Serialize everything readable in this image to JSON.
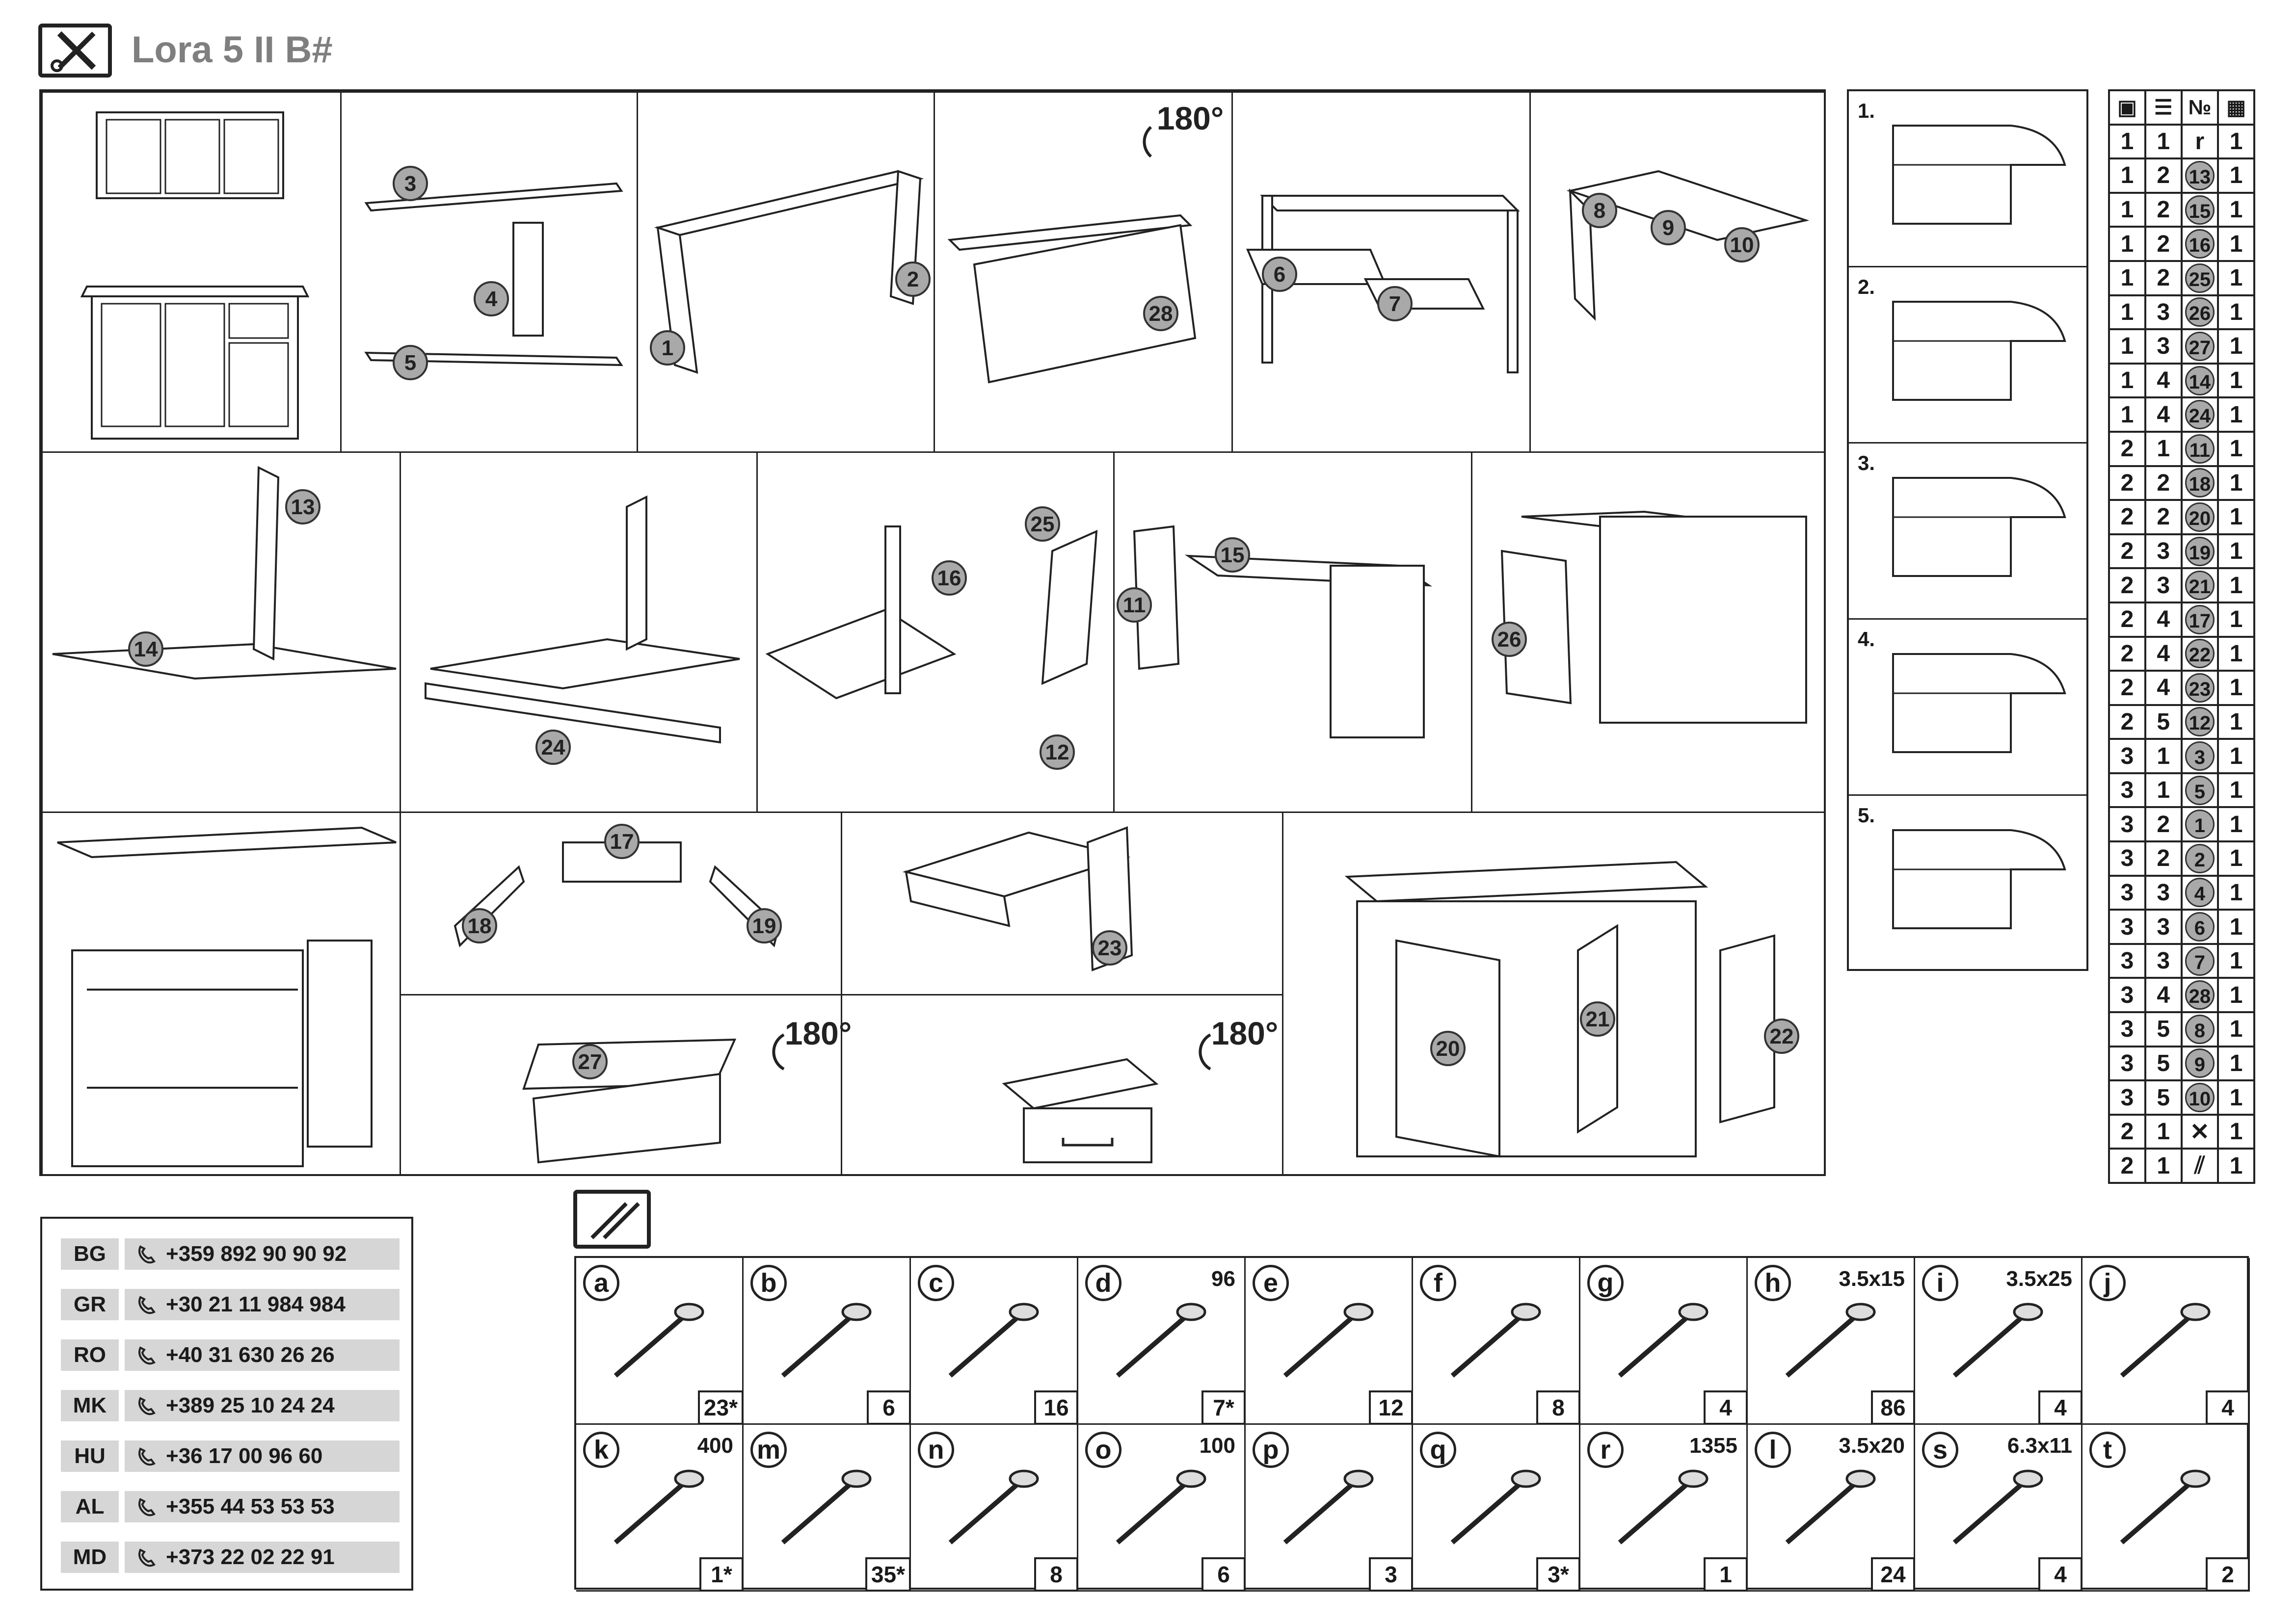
{
  "header": {
    "title": "Lora 5 II B#",
    "icon": "tools-icon"
  },
  "steps": [
    {
      "id": "s1",
      "note": ""
    },
    {
      "id": "s2",
      "parts": [
        "3",
        "4",
        "5"
      ]
    },
    {
      "id": "s3",
      "parts": [
        "1",
        "2"
      ]
    },
    {
      "id": "s4",
      "parts": [
        "28"
      ],
      "rotate": "180°"
    },
    {
      "id": "s5",
      "parts": [
        "6",
        "7"
      ]
    },
    {
      "id": "s6",
      "parts": [
        "8",
        "9",
        "10"
      ]
    },
    {
      "id": "s7",
      "parts": [
        "13",
        "14"
      ]
    },
    {
      "id": "s8",
      "parts": [
        "24"
      ]
    },
    {
      "id": "s9",
      "parts": [
        "25",
        "16",
        "12"
      ]
    },
    {
      "id": "s10",
      "parts": [
        "15",
        "11"
      ]
    },
    {
      "id": "s11",
      "parts": [
        "26"
      ]
    },
    {
      "id": "s12",
      "parts": []
    },
    {
      "id": "s13",
      "parts": [
        "17",
        "18",
        "19"
      ]
    },
    {
      "id": "s14",
      "parts": [
        "23"
      ]
    },
    {
      "id": "s15",
      "parts": [
        "20",
        "21",
        "22"
      ]
    },
    {
      "id": "s16",
      "parts": [
        "27"
      ],
      "rotate": "180°"
    },
    {
      "id": "s17",
      "parts": [],
      "rotate": "180°"
    }
  ],
  "hinge_steps": [
    "1.",
    "2.",
    "3.",
    "4.",
    "5."
  ],
  "parts_table": {
    "header_icons": [
      "box-icon",
      "stack-icon",
      "number-icon",
      "count-icon"
    ],
    "header_no": "№",
    "rows": [
      [
        "1",
        "1",
        "r",
        "1"
      ],
      [
        "1",
        "2",
        "13",
        "1"
      ],
      [
        "1",
        "2",
        "15",
        "1"
      ],
      [
        "1",
        "2",
        "16",
        "1"
      ],
      [
        "1",
        "2",
        "25",
        "1"
      ],
      [
        "1",
        "3",
        "26",
        "1"
      ],
      [
        "1",
        "3",
        "27",
        "1"
      ],
      [
        "1",
        "4",
        "14",
        "1"
      ],
      [
        "1",
        "4",
        "24",
        "1"
      ],
      [
        "2",
        "1",
        "11",
        "1"
      ],
      [
        "2",
        "2",
        "18",
        "1"
      ],
      [
        "2",
        "2",
        "20",
        "1"
      ],
      [
        "2",
        "3",
        "19",
        "1"
      ],
      [
        "2",
        "3",
        "21",
        "1"
      ],
      [
        "2",
        "4",
        "17",
        "1"
      ],
      [
        "2",
        "4",
        "22",
        "1"
      ],
      [
        "2",
        "4",
        "23",
        "1"
      ],
      [
        "2",
        "5",
        "12",
        "1"
      ],
      [
        "3",
        "1",
        "3",
        "1"
      ],
      [
        "3",
        "1",
        "5",
        "1"
      ],
      [
        "3",
        "2",
        "1",
        "1"
      ],
      [
        "3",
        "2",
        "2",
        "1"
      ],
      [
        "3",
        "3",
        "4",
        "1"
      ],
      [
        "3",
        "3",
        "6",
        "1"
      ],
      [
        "3",
        "3",
        "7",
        "1"
      ],
      [
        "3",
        "4",
        "28",
        "1"
      ],
      [
        "3",
        "5",
        "8",
        "1"
      ],
      [
        "3",
        "5",
        "9",
        "1"
      ],
      [
        "3",
        "5",
        "10",
        "1"
      ],
      [
        "2",
        "1",
        "tools",
        "1"
      ],
      [
        "2",
        "1",
        "rails",
        "1"
      ]
    ]
  },
  "contacts": [
    {
      "code": "BG",
      "phone": "+359 892 90 90 92"
    },
    {
      "code": "GR",
      "phone": "+30 21 11 984 984"
    },
    {
      "code": "RO",
      "phone": "+40 31 630 26 26"
    },
    {
      "code": "MK",
      "phone": "+389 25 10 24 24"
    },
    {
      "code": "HU",
      "phone": "+36 17 00 96 60"
    },
    {
      "code": "AL",
      "phone": "+355 44 53 53 53"
    },
    {
      "code": "MD",
      "phone": "+373 22 02 22 91"
    }
  ],
  "hardware": [
    {
      "letter": "a",
      "size": "",
      "qty": "23*"
    },
    {
      "letter": "b",
      "size": "",
      "qty": "6"
    },
    {
      "letter": "c",
      "size": "",
      "qty": "16"
    },
    {
      "letter": "d",
      "size": "96",
      "qty": "7*"
    },
    {
      "letter": "e",
      "size": "",
      "qty": "12"
    },
    {
      "letter": "f",
      "size": "",
      "qty": "8"
    },
    {
      "letter": "g",
      "size": "",
      "qty": "4"
    },
    {
      "letter": "h",
      "size": "3.5x15",
      "qty": "86"
    },
    {
      "letter": "i",
      "size": "3.5x25",
      "qty": "4"
    },
    {
      "letter": "j",
      "size": "",
      "qty": "4"
    },
    {
      "letter": "k",
      "size": "400",
      "qty": "1*"
    },
    {
      "letter": "m",
      "size": "",
      "qty": "35*"
    },
    {
      "letter": "n",
      "size": "",
      "qty": "8"
    },
    {
      "letter": "o",
      "size": "100",
      "qty": "6"
    },
    {
      "letter": "p",
      "size": "",
      "qty": "3"
    },
    {
      "letter": "q",
      "size": "",
      "qty": "3*"
    },
    {
      "letter": "r",
      "size": "1355",
      "qty": "1"
    },
    {
      "letter": "l",
      "size": "3.5x20",
      "qty": "24"
    },
    {
      "letter": "s",
      "size": "6.3x11",
      "qty": "4"
    },
    {
      "letter": "t",
      "size": "",
      "qty": "2"
    }
  ]
}
